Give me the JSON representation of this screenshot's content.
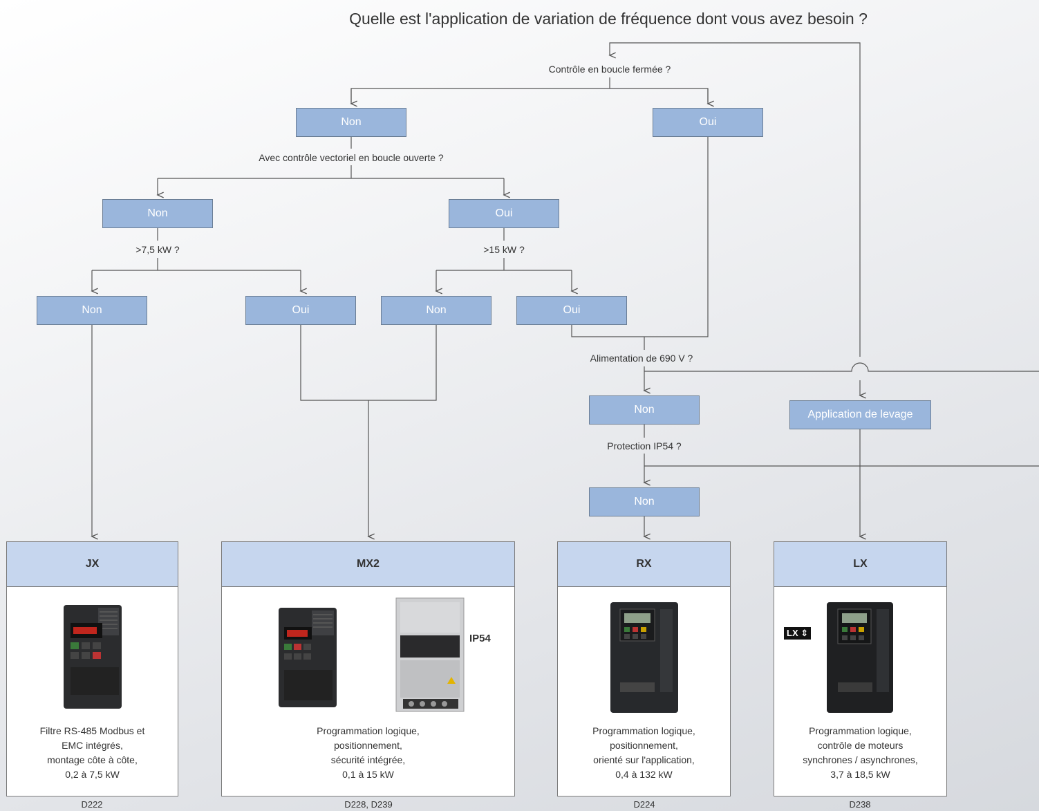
{
  "title": "Quelle est l'application de variation de fréquence dont vous avez besoin ?",
  "questions": {
    "closed_loop": "Contrôle en boucle fermée ?",
    "open_loop_vector": "Avec contrôle vectoriel en boucle ouverte ?",
    "power_75": ">7,5 kW ?",
    "power_15": ">15 kW ?",
    "supply_690": "Alimentation de 690 V ?",
    "ip54": "Protection IP54 ?"
  },
  "nodes": {
    "closed_non": "Non",
    "closed_oui": "Oui",
    "vector_non": "Non",
    "vector_oui": "Oui",
    "p75_non": "Non",
    "p75_oui": "Oui",
    "p15_non": "Non",
    "p15_oui": "Oui",
    "v690_non": "Non",
    "ip54_non": "Non",
    "lifting": "Application de levage"
  },
  "products": [
    {
      "name": "JX",
      "lines": [
        "Filtre RS-485 Modbus et",
        "EMC intégrés,",
        "montage côte à côte,",
        "0,2 à 7,5 kW"
      ],
      "ref": "D222"
    },
    {
      "name": "MX2",
      "lines": [
        "Programmation logique,",
        "positionnement,",
        "sécurité intégrée,",
        "0,1 à 15 kW"
      ],
      "ref": "D228, D239",
      "badge": "IP54"
    },
    {
      "name": "RX",
      "lines": [
        "Programmation logique,",
        "positionnement,",
        "orienté sur l'application,",
        "0,4 à 132 kW"
      ],
      "ref": "D224"
    },
    {
      "name": "LX",
      "lines": [
        "Programmation logique,",
        "contrôle de moteurs",
        "synchrones / asynchrones,",
        "3,7 à 18,5 kW"
      ],
      "ref": "D238",
      "badge": "LX ⇕"
    }
  ],
  "colors": {
    "node_fill": "#9ab6dc",
    "card_header": "#c6d6ee",
    "line": "#555555"
  },
  "icons": [
    "drive-jx-icon",
    "drive-mx2-icon",
    "drive-mx2-ip54-icon",
    "drive-rx-icon",
    "drive-lx-icon"
  ]
}
